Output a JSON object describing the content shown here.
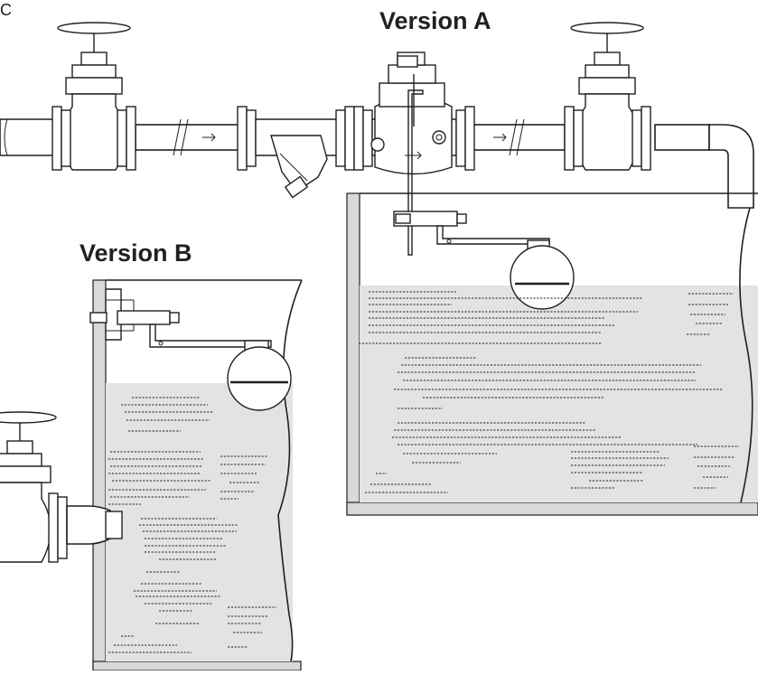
{
  "labels": {
    "corner": "C",
    "version_a": "Version A",
    "version_b": "Version B"
  },
  "colors": {
    "line": "#231f20",
    "water": "#e3e3e3",
    "wall": "#d9d9d9",
    "background": "#ffffff"
  }
}
